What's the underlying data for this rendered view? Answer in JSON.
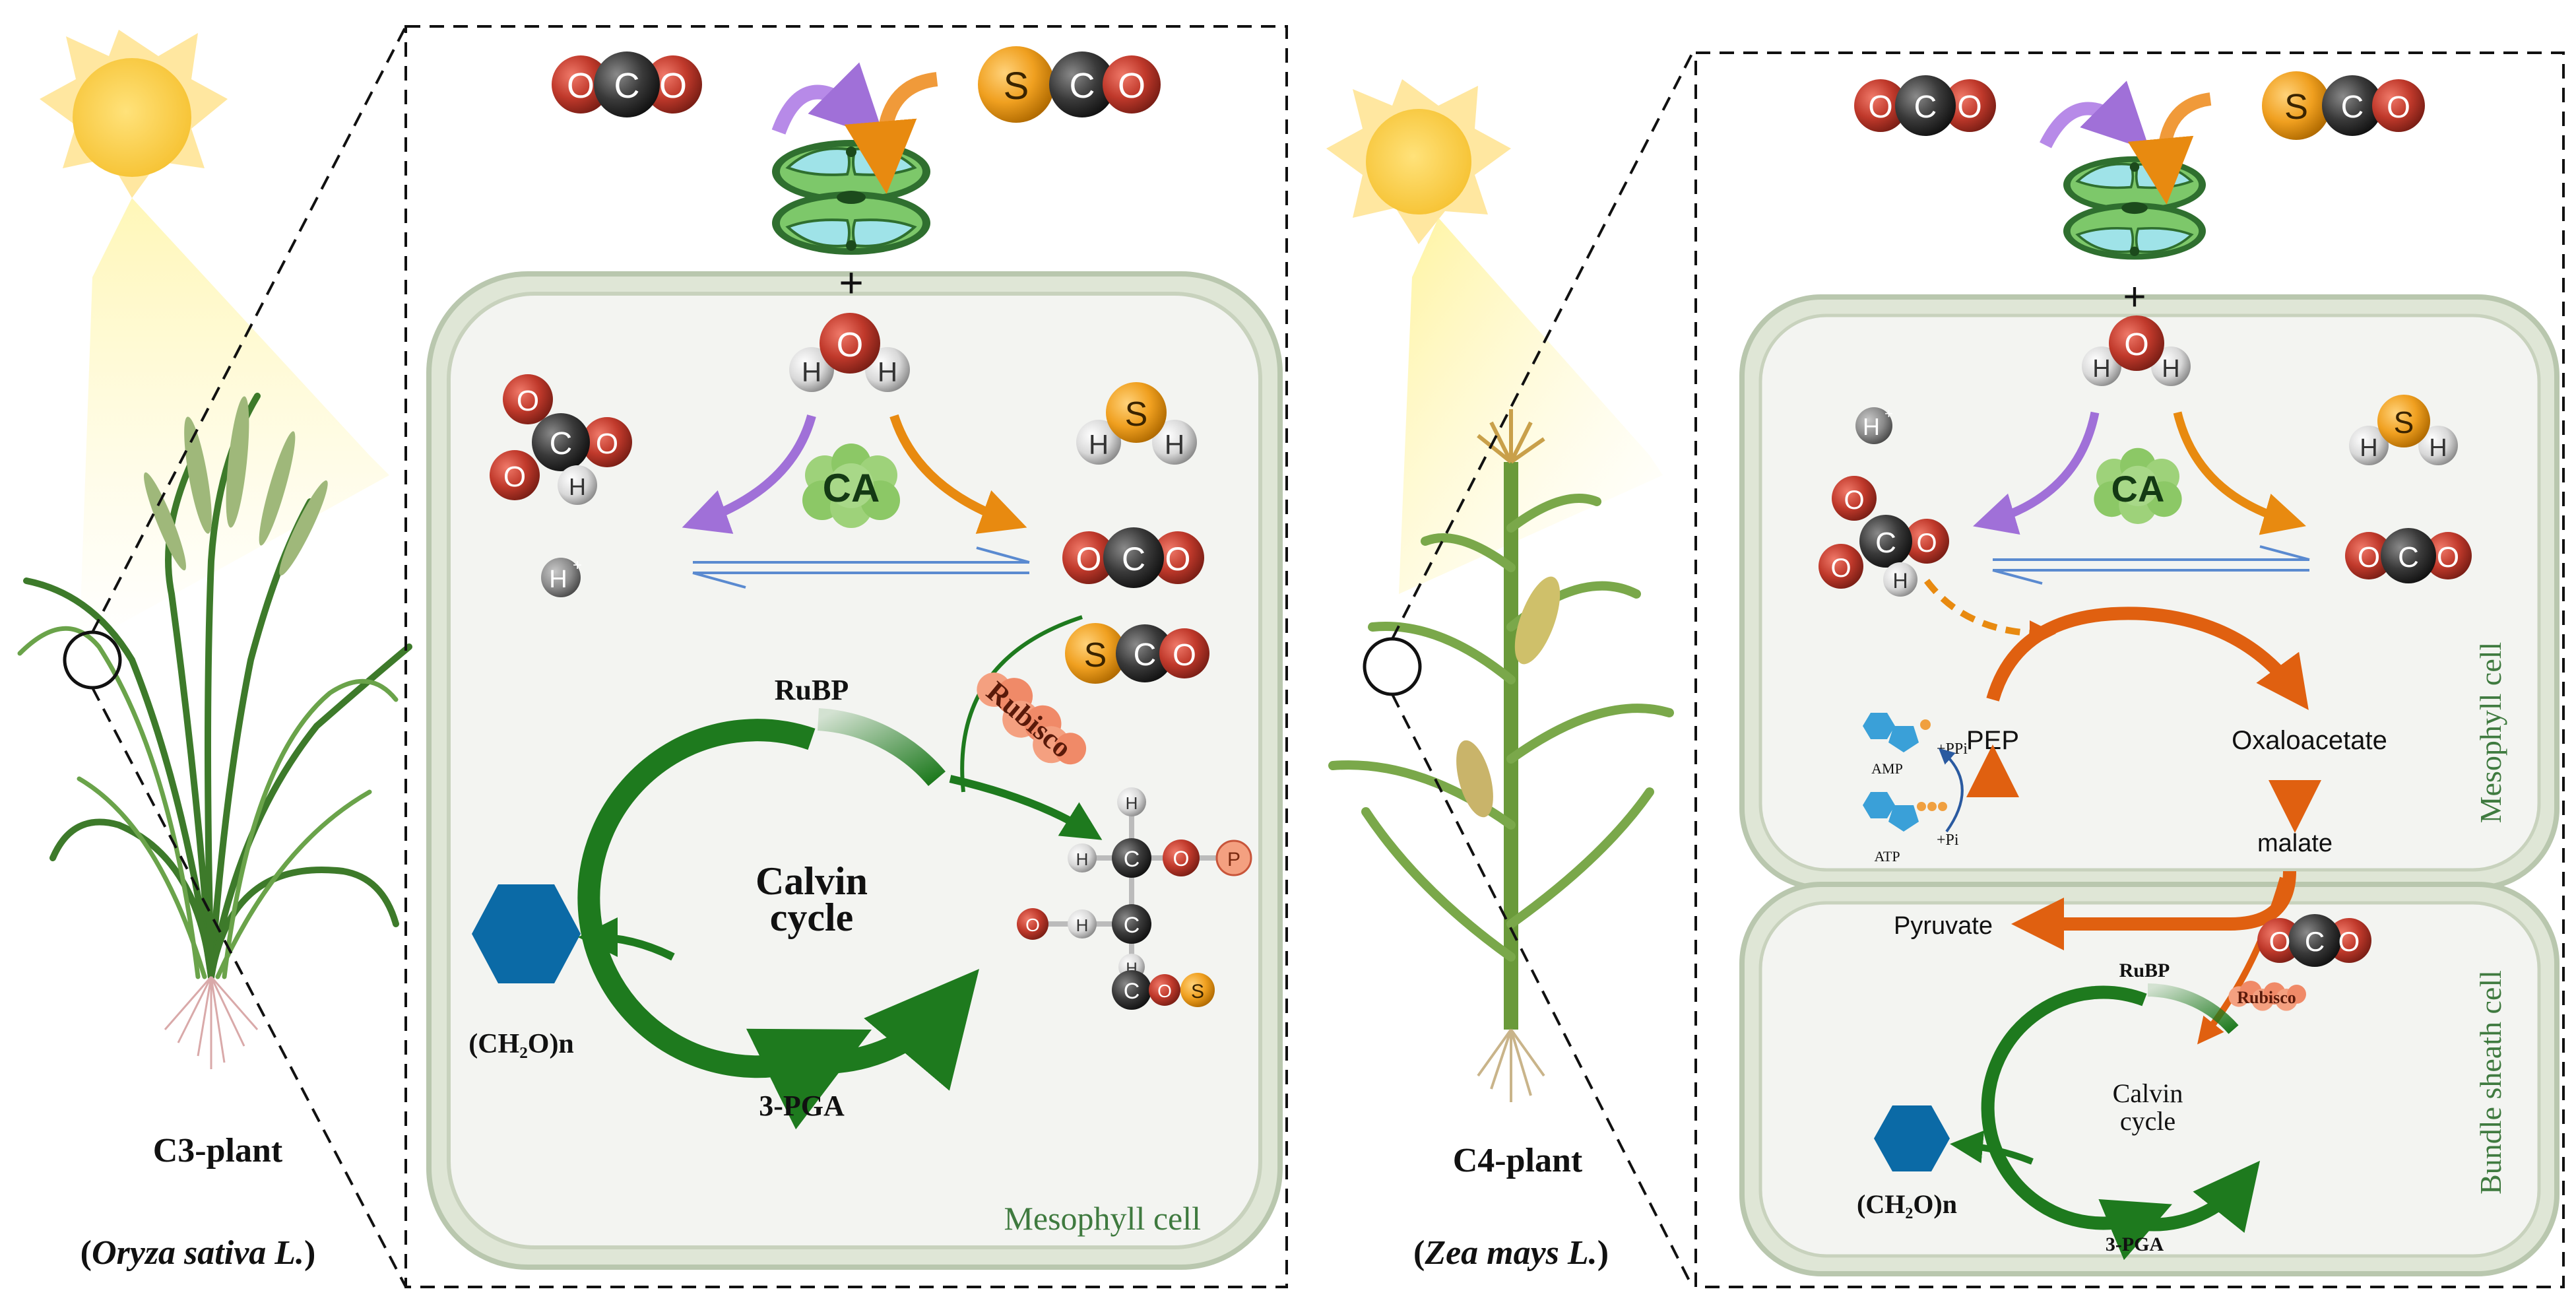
{
  "left": {
    "plant_label": "C3-plant",
    "species_open": "(",
    "species_name": "Oryza sativa L.",
    "species_close": ")",
    "molecules": {
      "oco": [
        "O",
        "C",
        "O"
      ],
      "sco": [
        "S",
        "C",
        "O"
      ],
      "water": [
        "H",
        "O",
        "H"
      ],
      "h2s": [
        "H",
        "S",
        "H"
      ],
      "hco3": [
        "O",
        "C",
        "O",
        "O",
        "H"
      ],
      "h_plus": "H",
      "h_plus_sup": "+",
      "plus_sign": "+"
    },
    "enzyme_ca": "CA",
    "enzyme_rubisco": "Rubisco",
    "cycle_line1": "Calvin",
    "cycle_line2": "cycle",
    "rubp": "RuBP",
    "pga": "3-PGA",
    "sugar_label": "(CH₂O)n",
    "cell_label": "Mesophyll cell",
    "product_atoms": [
      "H",
      "H",
      "C",
      "O",
      "P",
      "O",
      "H",
      "C",
      "H",
      "C",
      "O",
      "S"
    ]
  },
  "right": {
    "plant_label": "C4-plant",
    "species_open": "(",
    "species_name": "Zea mays L.",
    "species_close": ")",
    "enzyme_ca": "CA",
    "enzyme_rubisco": "Rubisco",
    "pep": "PEP",
    "oxaloacetate": "Oxaloacetate",
    "malate": "malate",
    "pyruvate": "Pyruvate",
    "amp": "AMP",
    "atp": "ATP",
    "ppi": "+PPi",
    "pi": "+Pi",
    "cycle_line1": "Calvin",
    "cycle_line2": "cycle",
    "rubp": "RuBP",
    "pga": "3-PGA",
    "sugar_label": "(CH₂O)n",
    "mesophyll_label": "Mesophyll cell",
    "bundle_label": "Bundle sheath cell"
  },
  "colors": {
    "oxygen": "#c0392b",
    "carbon": "#3a3a3a",
    "sulfur": "#f0a020",
    "hydrogen": "#d8d8d8",
    "calvin": "#1e7a1e",
    "purple": "#a070d8",
    "orange": "#e88a10",
    "c4": "#e06010",
    "sugar": "#0b6aa6",
    "rubisco": "#f08060",
    "cell_border": "#b9c7ae",
    "cell_fill": "#f3f4f1"
  }
}
